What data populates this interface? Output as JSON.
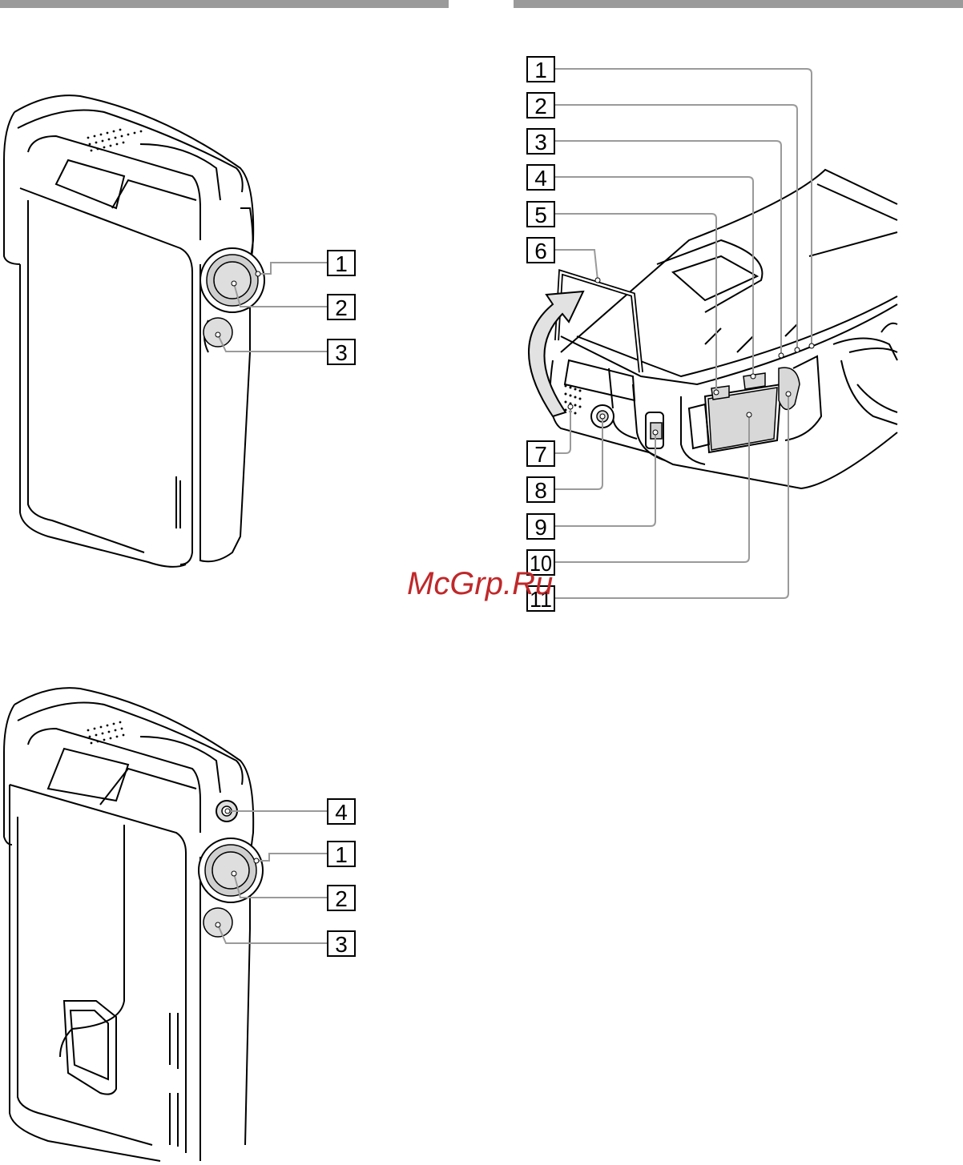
{
  "watermark": "McGrp.Ru",
  "colors": {
    "header_bar": "#9a9a9a",
    "leader": "#9a9a9a",
    "watermark": "#c0282a",
    "line": "#000000"
  },
  "figure_top": {
    "callouts": [
      "1",
      "2",
      "3"
    ]
  },
  "figure_right": {
    "callouts": [
      "1",
      "2",
      "3",
      "4",
      "5",
      "6",
      "7",
      "8",
      "9",
      "10",
      "11"
    ]
  },
  "figure_bottom": {
    "callouts": [
      "4",
      "1",
      "2",
      "3"
    ]
  }
}
